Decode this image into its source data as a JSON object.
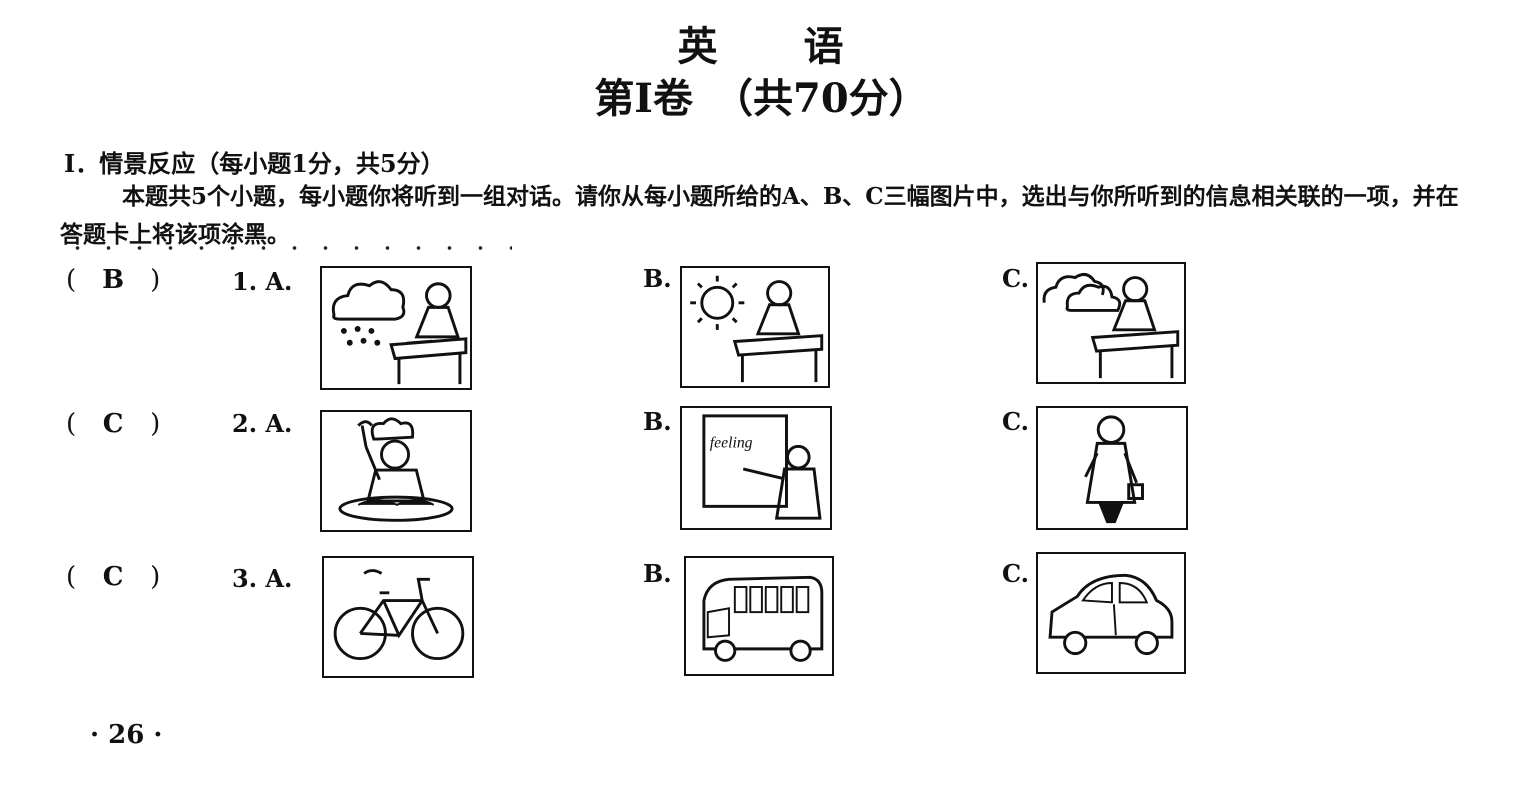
{
  "header": {
    "title": "英　　语",
    "subtitle": "第Ⅰ卷　（共70分）"
  },
  "section": {
    "heading": "Ⅰ．情景反应（每小题1分，共5分）",
    "instructions": "本题共5个小题，每小题你将听到一组对话。请你从每小题所给的A、B、C三幅图片中，选出与你所听到的信息相关联的一项，并在答题卡上将该项涂黑。"
  },
  "questions": [
    {
      "number": "1. A.",
      "answer": "B",
      "options": [
        {
          "letter": "A.",
          "icon": "rain-cloud-student-icon"
        },
        {
          "letter": "B.",
          "icon": "sun-student-icon"
        },
        {
          "letter": "C.",
          "icon": "cloudy-student-icon"
        }
      ]
    },
    {
      "number": "2. A.",
      "answer": "C",
      "options": [
        {
          "letter": "A.",
          "icon": "cook-icon"
        },
        {
          "letter": "B.",
          "icon": "teacher-blackboard-icon"
        },
        {
          "letter": "C.",
          "icon": "doctor-icon"
        }
      ]
    },
    {
      "number": "3. A.",
      "answer": "C",
      "options": [
        {
          "letter": "A.",
          "icon": "bicycle-icon"
        },
        {
          "letter": "B.",
          "icon": "bus-icon"
        },
        {
          "letter": "C.",
          "icon": "car-icon"
        }
      ]
    }
  ],
  "blackboard_word": "feeling",
  "paren_open": "(",
  "paren_close": ")",
  "page_number": "· 26 ·"
}
